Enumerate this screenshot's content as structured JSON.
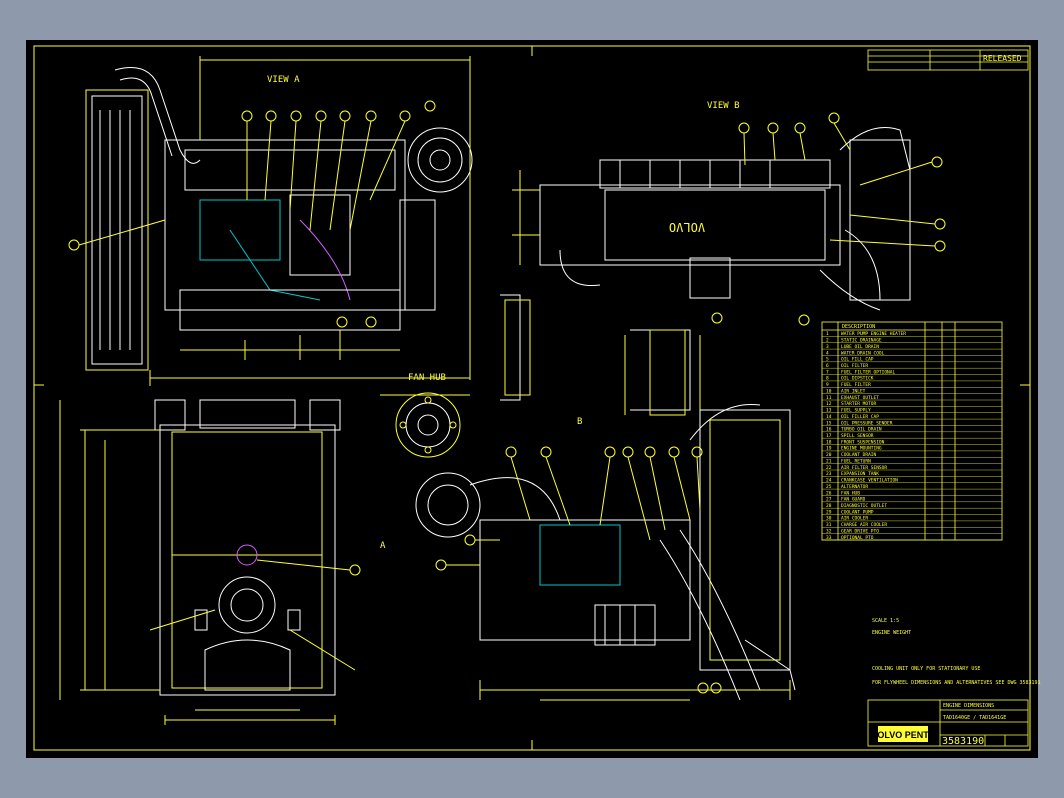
{
  "colors": {
    "background": "#8e9aab",
    "sheet": "#000000",
    "line_primary": "#ffff33",
    "line_secondary": "#ffffff",
    "line_tertiary": "#00c8c8",
    "line_quaternary": "#d060ff"
  },
  "views": {
    "view_a": "VIEW A",
    "view_b": "VIEW B",
    "fan_hub": "FAN HUB",
    "arrow_a": "A",
    "arrow_b": "B"
  },
  "engine_block": {
    "brand": "VOLVO"
  },
  "title_block": {
    "status": "RELEASED",
    "drawing_number": "3583190",
    "brand": "VOLVO PENTA",
    "title_line1": "ENGINE DIMENSIONS",
    "title_line2": "TAD1640GE / TAD1641GE"
  },
  "notes": {
    "scale": "SCALE 1:5",
    "engine_weight": "ENGINE WEIGHT",
    "cooling_note": "COOLING UNIT ONLY FOR STATIONARY USE",
    "flywheel_note": "FOR FLYWHEEL DIMENSIONS AND ALTERNATIVES SEE DWG 3583191"
  },
  "parts_table": {
    "header": "DESCRIPTION",
    "rows": [
      "WATER PUMP ENGINE HEATER",
      "STATIC DRAINAGE",
      "LUBE OIL DRAIN",
      "WATER DRAIN COOL",
      "OIL FILL CAP",
      "OIL FILTER",
      "FUEL FILTER OPTIONAL",
      "OIL DIPSTICK",
      "FUEL FILTER",
      "AIR INLET",
      "EXHAUST OUTLET",
      "STARTER MOTOR",
      "FUEL SUPPLY",
      "OIL FILLER CAP",
      "OIL PRESSURE SENDER",
      "TURBO OIL DRAIN",
      "SPILL SENSOR",
      "FRONT SUSPENSION",
      "ENGINE MOUNTING",
      "COOLANT DRAIN",
      "FUEL RETURN",
      "AIR FILTER SENSOR",
      "EXPANSION TANK",
      "CRANKCASE VENTILATION",
      "ALTERNATOR",
      "FAN HUB",
      "FAN GUARD",
      "DIAGNOSTIC OUTLET",
      "COOLANT PUMP",
      "AIR COOLER",
      "CHARGE AIR COOLER",
      "GEAR DRIVE PTO",
      "OPTIONAL PTO"
    ]
  }
}
